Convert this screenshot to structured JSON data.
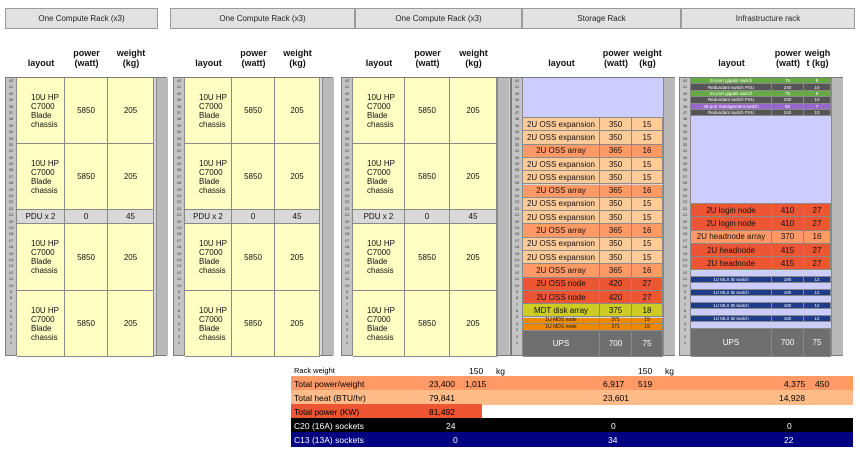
{
  "racks": [
    {
      "title": "One Compute Rack (x3)",
      "headers": [
        "layout",
        "power (watt)",
        "weight (kg)"
      ]
    },
    {
      "title": "One Compute Rack (x3)",
      "headers": [
        "layout",
        "power (watt)",
        "weight (kg)"
      ]
    },
    {
      "title": "One Compute Rack (x3)",
      "headers": [
        "layout",
        "power (watt)",
        "weight (kg)"
      ]
    },
    {
      "title": "Storage Rack",
      "headers": [
        "layout",
        "power (watt)",
        "weight (kg)"
      ]
    },
    {
      "title": "Infrastructure rack",
      "headers": [
        "layout",
        "power (watt)",
        "weigh t (kg)"
      ]
    }
  ],
  "compute_units": [
    {
      "name": "10U HP C7000 Blade chassis",
      "power": "5850",
      "weight": "205"
    },
    {
      "name": "10U HP C7000 Blade chassis",
      "power": "5850",
      "weight": "205"
    },
    {
      "name": "PDU x 2",
      "power": "0",
      "weight": "45"
    },
    {
      "name": "10U HP C7000 Blade chassis",
      "power": "5850",
      "weight": "205"
    },
    {
      "name": "10U HP C7000 Blade chassis",
      "power": "5850",
      "weight": "205"
    }
  ],
  "storage_units": [
    {
      "name": "2U OSS expansion",
      "power": "350",
      "weight": "15",
      "color": "#ffcc99"
    },
    {
      "name": "2U OSS expansion",
      "power": "350",
      "weight": "15",
      "color": "#ffcc99"
    },
    {
      "name": "2U OSS array",
      "power": "365",
      "weight": "16",
      "color": "#ff9966"
    },
    {
      "name": "2U OSS expansion",
      "power": "350",
      "weight": "15",
      "color": "#ffcc99"
    },
    {
      "name": "2U OSS expansion",
      "power": "350",
      "weight": "15",
      "color": "#ffcc99"
    },
    {
      "name": "2U OSS array",
      "power": "365",
      "weight": "16",
      "color": "#ff9966"
    },
    {
      "name": "2U OSS expansion",
      "power": "350",
      "weight": "15",
      "color": "#ffcc99"
    },
    {
      "name": "2U OSS expansion",
      "power": "350",
      "weight": "15",
      "color": "#ffcc99"
    },
    {
      "name": "2U OSS array",
      "power": "365",
      "weight": "16",
      "color": "#ff9966"
    },
    {
      "name": "2U OSS expansion",
      "power": "350",
      "weight": "15",
      "color": "#ffcc99"
    },
    {
      "name": "2U OSS expansion",
      "power": "350",
      "weight": "15",
      "color": "#ffcc99"
    },
    {
      "name": "2U OSS array",
      "power": "365",
      "weight": "16",
      "color": "#ff9966"
    },
    {
      "name": "2U OSS node",
      "power": "420",
      "weight": "27",
      "color": "#ee5533"
    },
    {
      "name": "2U OSS node",
      "power": "420",
      "weight": "27",
      "color": "#ee5533"
    },
    {
      "name": "MDT disk array",
      "power": "375",
      "weight": "18",
      "color": "#cccc22"
    },
    {
      "name": "1U MDS node",
      "power": "371",
      "weight": "19",
      "color": "#ee8800"
    },
    {
      "name": "1U MDS node",
      "power": "371",
      "weight": "19",
      "color": "#ee8800"
    },
    {
      "name": "UPS",
      "power": "700",
      "weight": "75",
      "color": "#6f6f6f"
    }
  ],
  "infra_top": [
    {
      "name": "24-port gigabit switch",
      "power": "75",
      "weight": "8",
      "color": "#66aa44"
    },
    {
      "name": "Redundant switch PSU",
      "power": "240",
      "weight": "10",
      "color": "#555555"
    },
    {
      "name": "24-port gigabit switch",
      "power": "75",
      "weight": "8",
      "color": "#66aa44"
    },
    {
      "name": "Redundant switch PSU",
      "power": "240",
      "weight": "10",
      "color": "#555555"
    },
    {
      "name": "48-port management switch",
      "power": "65",
      "weight": "7",
      "color": "#9966cc"
    },
    {
      "name": "Redundant switch PSU",
      "power": "240",
      "weight": "10",
      "color": "#555555"
    }
  ],
  "infra_mid": [
    {
      "name": "2U login node",
      "power": "410",
      "weight": "27",
      "color": "#ee5533"
    },
    {
      "name": "2U login node",
      "power": "410",
      "weight": "27",
      "color": "#ee5533"
    },
    {
      "name": "2U headnode array",
      "power": "370",
      "weight": "16",
      "color": "#ff9966"
    },
    {
      "name": "2U headnode",
      "power": "415",
      "weight": "27",
      "color": "#ee5533"
    },
    {
      "name": "2U headnode",
      "power": "415",
      "weight": "27",
      "color": "#ee5533"
    }
  ],
  "infra_ib": [
    {
      "name": "1U MLX IB switch",
      "power": "180",
      "weight": "12",
      "color": "#1f3c88"
    },
    {
      "name": "1U MLX IB switch",
      "power": "180",
      "weight": "12",
      "color": "#1f3c88"
    },
    {
      "name": "1U MLX IB switch",
      "power": "180",
      "weight": "12",
      "color": "#1f3c88"
    },
    {
      "name": "1U MLX IB switch",
      "power": "180",
      "weight": "12",
      "color": "#1f3c88"
    }
  ],
  "infra_ups": {
    "name": "UPS",
    "power": "700",
    "weight": "75"
  },
  "summary": {
    "rack_weight": {
      "label": "Rack weight",
      "values": [
        "150",
        "150"
      ],
      "unit": "kg"
    },
    "total_power_weight": {
      "label": "Total power/weight",
      "values": [
        "23,400",
        "1,015",
        "6,917",
        "519",
        "4,375",
        "450"
      ]
    },
    "total_heat": {
      "label": "Total heat (BTU/hr)",
      "values": [
        "79,841",
        "23,601",
        "14,928"
      ]
    },
    "total_power_kw": {
      "label": "Total power (KW)",
      "values": [
        "81,492"
      ]
    },
    "c20": {
      "label": "C20 (16A) sockets",
      "values": [
        "24",
        "0",
        "0"
      ]
    },
    "c13": {
      "label": "C13 (13A) sockets",
      "values": [
        "0",
        "34",
        "22"
      ]
    }
  },
  "colors": {
    "chassis": "#ffffc4",
    "empty": "#ccccff",
    "power_row": "#ff9966",
    "heat_row": "#ffbb88",
    "kw_row": "#ee5533",
    "c20_row": "#000000",
    "c13_row": "#000080"
  }
}
